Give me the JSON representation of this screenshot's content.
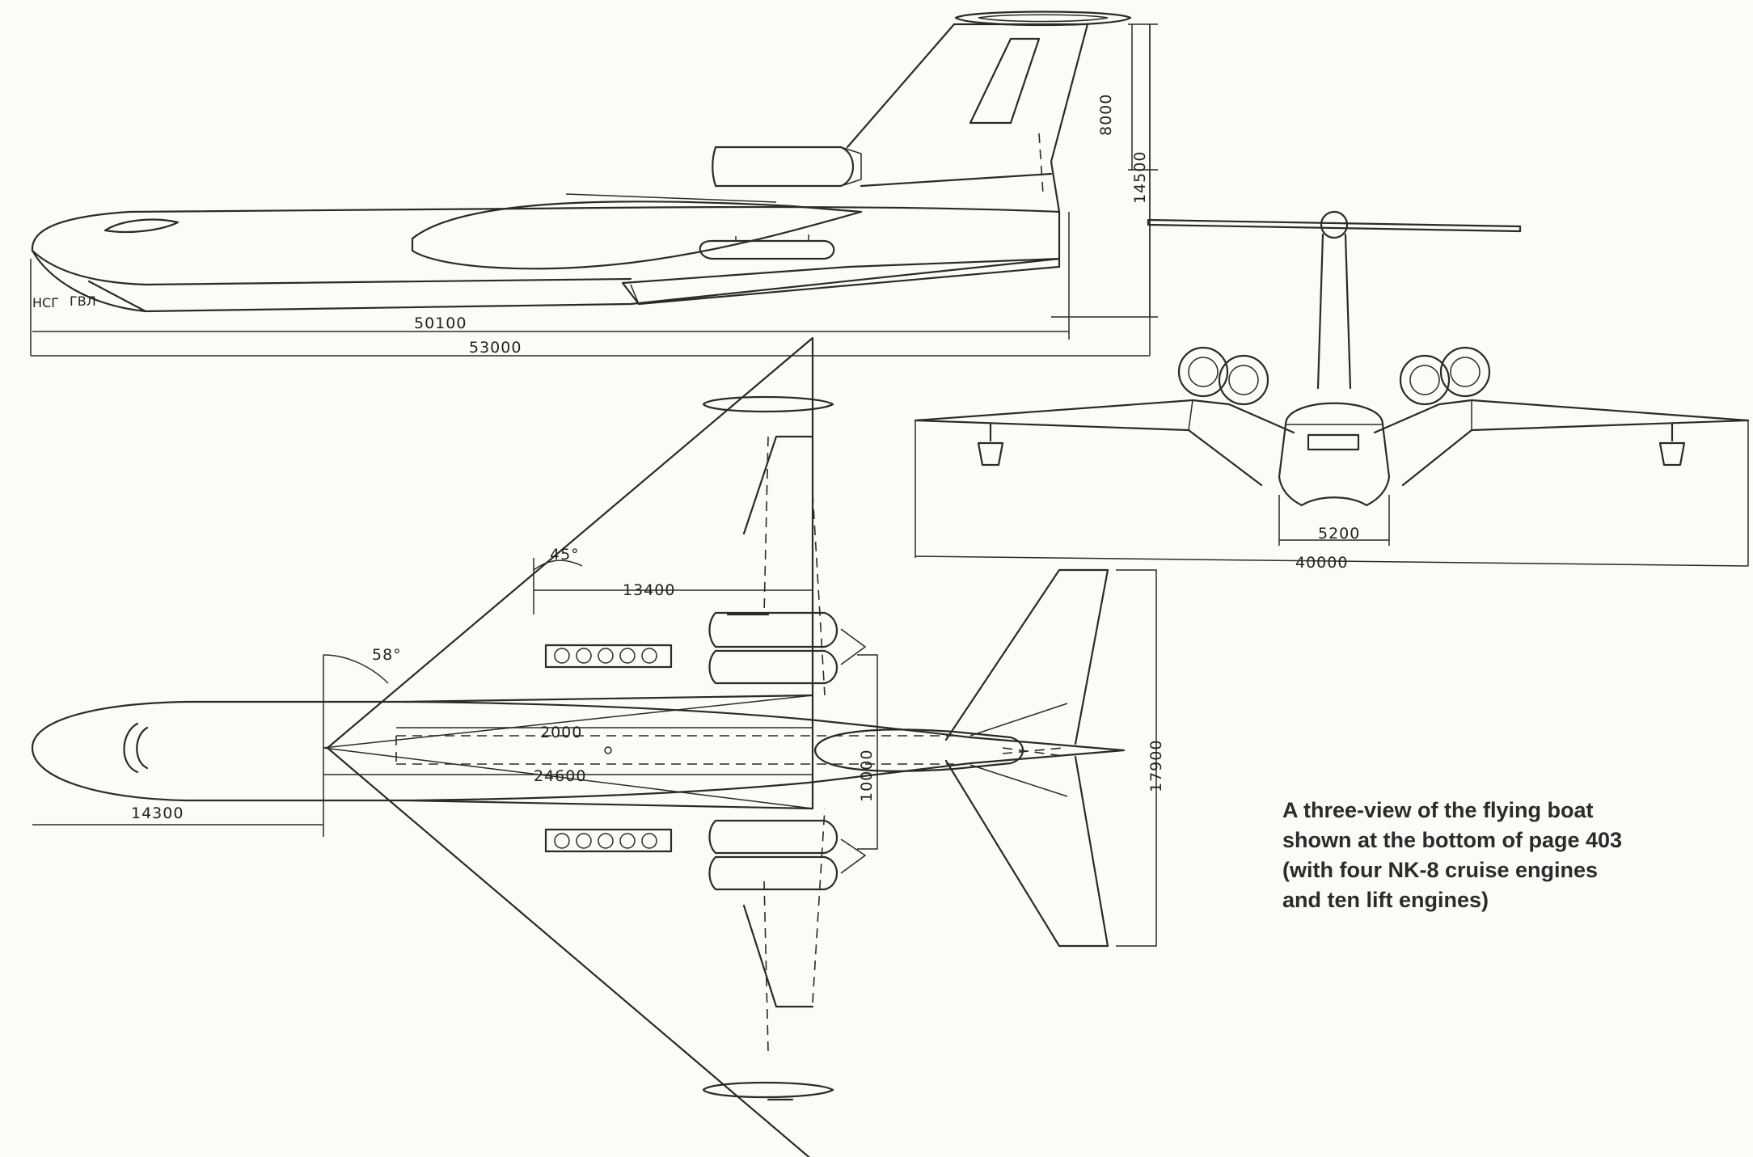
{
  "caption": {
    "line1": "A three-view of the flying boat",
    "line2": "shown at the bottom of page 403",
    "line3": "(with four NK-8 cruise engines",
    "line4": "and ten lift engines)"
  },
  "side_view": {
    "waterline_left": "НСГ",
    "waterline_right": "ГВЛ",
    "dim_hull_length": "50100",
    "dim_overall_length": "53000",
    "dim_fin_height": "8000",
    "dim_overall_height": "14500"
  },
  "front_view": {
    "dim_hull_beam": "5200",
    "dim_wingspan": "40000"
  },
  "plan_view": {
    "dim_sweep_45": "45°",
    "dim_sweep_58": "58°",
    "dim_wing_root": "13400",
    "dim_2000": "2000",
    "dim_24600": "24600",
    "dim_10000": "10000",
    "dim_nose": "14300",
    "dim_tail_span": "17900"
  }
}
